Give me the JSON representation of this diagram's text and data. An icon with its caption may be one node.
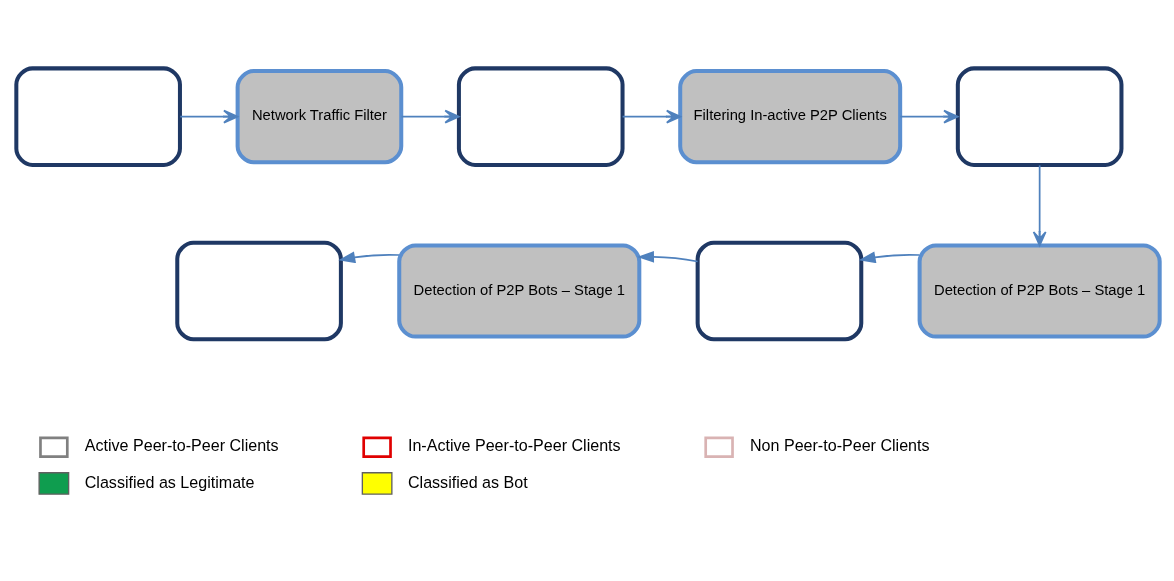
{
  "diagram": {
    "nodes": [
      {
        "text": [],
        "shape": "box"
      },
      {
        "text": [
          "Network Traffic Filter"
        ]
      },
      {
        "text": [],
        "shape": "box"
      },
      {
        "text": [
          "Filtering In-active P2P Clients"
        ]
      },
      {
        "text": [],
        "shape": "box"
      },
      {
        "text": [],
        "shape": "box"
      },
      {
        "text": [
          "Detection of P2P Bots – Stage 1"
        ]
      },
      {
        "text": [],
        "shape": "box"
      },
      {
        "text": [
          "Detection of P2P Bots – Stage 1"
        ]
      }
    ],
    "edges": [
      {
        "from": 0,
        "to": 1,
        "arrow": "to"
      },
      {
        "from": 1,
        "to": 2,
        "arrow": "to"
      },
      {
        "from": 2,
        "to": 3,
        "arrow": "to"
      },
      {
        "from": 3,
        "to": 4,
        "arrow": "to"
      },
      {
        "from": 4,
        "to": 8,
        "arrow": "to"
      },
      {
        "from": 8,
        "to": 7,
        "arrow": "to"
      },
      {
        "from": 7,
        "to": 6,
        "arrow": "to"
      },
      {
        "from": 6,
        "to": 5,
        "arrow": "to"
      }
    ],
    "legend": [
      {
        "text": "Active Peer-to-Peer Clients"
      },
      {
        "text": "In-Active Peer-to-Peer Clients"
      },
      {
        "text": "Non Peer-to-Peer Clients"
      },
      {
        "text": "Classified as Legitimate",
        "color": "#0f9d4f"
      },
      {
        "text": "Classified as Bot",
        "color": "#ffff00"
      }
    ]
  }
}
